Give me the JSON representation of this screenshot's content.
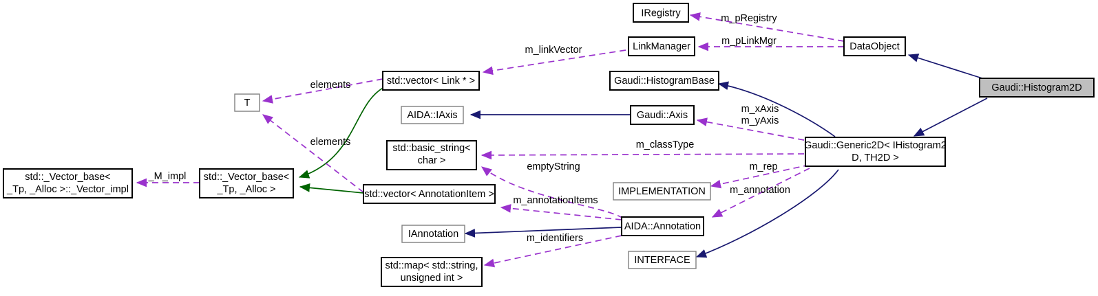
{
  "diagram": {
    "title": "Gaudi::Histogram2D collaboration diagram",
    "type": "uml-collaboration-graph",
    "colors": {
      "inheritance_edge": "#191970",
      "inheritance_edge_alt": "#006400",
      "usage_edge": "#9a32cd",
      "highlight_fill": "#bfbfbf",
      "node_fill": "#ffffff",
      "node_border": "#000000",
      "param_node_border": "#808080"
    },
    "nodes": [
      {
        "id": "iregistry",
        "label_lines": [
          "IRegistry"
        ],
        "style": "normal"
      },
      {
        "id": "linkmanager",
        "label_lines": [
          "LinkManager"
        ],
        "style": "normal"
      },
      {
        "id": "dataobject",
        "label_lines": [
          "DataObject"
        ],
        "style": "normal"
      },
      {
        "id": "histogram2d",
        "label_lines": [
          "Gaudi::Histogram2D"
        ],
        "style": "highlight"
      },
      {
        "id": "histogrambase",
        "label_lines": [
          "Gaudi::HistogramBase"
        ],
        "style": "normal"
      },
      {
        "id": "vectorlink",
        "label_lines": [
          "std::vector< Link * >"
        ],
        "style": "normal"
      },
      {
        "id": "aida_iaxis",
        "label_lines": [
          "AIDA::IAxis"
        ],
        "style": "param"
      },
      {
        "id": "gaudi_axis",
        "label_lines": [
          "Gaudi::Axis"
        ],
        "style": "normal"
      },
      {
        "id": "t_param",
        "label_lines": [
          "T"
        ],
        "style": "param"
      },
      {
        "id": "basic_string",
        "label_lines": [
          "std::basic_string<",
          "char >"
        ],
        "style": "normal"
      },
      {
        "id": "generic2d",
        "label_lines": [
          "Gaudi::Generic2D< IHistogram2",
          "D, TH2D >"
        ],
        "style": "normal"
      },
      {
        "id": "vbase_impl",
        "label_lines": [
          "std::_Vector_base<",
          "_Tp, _Alloc >::_Vector_impl"
        ],
        "style": "normal"
      },
      {
        "id": "vbase",
        "label_lines": [
          "std::_Vector_base<",
          "_Tp, _Alloc >"
        ],
        "style": "normal"
      },
      {
        "id": "vector_annitem",
        "label_lines": [
          "std::vector< AnnotationItem >"
        ],
        "style": "normal"
      },
      {
        "id": "implementation",
        "label_lines": [
          "IMPLEMENTATION"
        ],
        "style": "param"
      },
      {
        "id": "iannotation",
        "label_lines": [
          "IAnnotation"
        ],
        "style": "param"
      },
      {
        "id": "aida_annotation",
        "label_lines": [
          "AIDA::Annotation"
        ],
        "style": "normal"
      },
      {
        "id": "interface",
        "label_lines": [
          "INTERFACE"
        ],
        "style": "param"
      },
      {
        "id": "std_map",
        "label_lines": [
          "std::map< std::string,",
          "unsigned int >"
        ],
        "style": "normal"
      }
    ],
    "edges": [
      {
        "from": "dataobject",
        "to": "iregistry",
        "label": "m_pRegistry",
        "kind": "usage"
      },
      {
        "from": "dataobject",
        "to": "linkmanager",
        "label": "m_pLinkMgr",
        "kind": "usage"
      },
      {
        "from": "linkmanager",
        "to": "vectorlink",
        "label": "m_linkVector",
        "kind": "usage"
      },
      {
        "from": "histogram2d",
        "to": "dataobject",
        "label": "",
        "kind": "inherit"
      },
      {
        "from": "histogram2d",
        "to": "generic2d",
        "label": "",
        "kind": "inherit"
      },
      {
        "from": "generic2d",
        "to": "histogrambase",
        "label": "",
        "kind": "inherit"
      },
      {
        "from": "generic2d",
        "to": "gaudi_axis",
        "label": "m_xAxis\nm_yAxis",
        "kind": "usage"
      },
      {
        "from": "gaudi_axis",
        "to": "aida_iaxis",
        "label": "",
        "kind": "inherit"
      },
      {
        "from": "generic2d",
        "to": "basic_string",
        "label": "m_classType",
        "kind": "usage"
      },
      {
        "from": "generic2d",
        "to": "implementation",
        "label": "m_rep",
        "kind": "usage"
      },
      {
        "from": "generic2d",
        "to": "aida_annotation",
        "label": "m_annotation",
        "kind": "usage"
      },
      {
        "from": "generic2d",
        "to": "interface",
        "label": "",
        "kind": "inherit"
      },
      {
        "from": "vectorlink",
        "to": "t_param",
        "label": "elements",
        "kind": "usage"
      },
      {
        "from": "vectorlink",
        "to": "vbase",
        "label": "",
        "kind": "inherit-green"
      },
      {
        "from": "vector_annitem",
        "to": "t_param",
        "label": "elements",
        "kind": "usage"
      },
      {
        "from": "vector_annitem",
        "to": "vbase",
        "label": "",
        "kind": "inherit-green"
      },
      {
        "from": "vbase",
        "to": "vbase_impl",
        "label": "_M_impl",
        "kind": "usage"
      },
      {
        "from": "aida_annotation",
        "to": "vector_annitem",
        "label": "m_annotationItems",
        "kind": "usage"
      },
      {
        "from": "aida_annotation",
        "to": "basic_string",
        "label": "emptyString",
        "kind": "usage"
      },
      {
        "from": "aida_annotation",
        "to": "iannotation",
        "label": "m_identifiers",
        "kind": "inherit"
      },
      {
        "from": "aida_annotation",
        "to": "std_map",
        "label": "",
        "kind": "usage"
      }
    ],
    "edge_labels": {
      "m_pRegistry": "m_pRegistry",
      "m_pLinkMgr": "m_pLinkMgr",
      "m_linkVector": "m_linkVector",
      "m_xAxis": "m_xAxis",
      "m_yAxis": "m_yAxis",
      "m_classType": "m_classType",
      "m_rep": "m_rep",
      "m_annotation": "m_annotation",
      "elements_top": "elements",
      "elements_bottom": "elements",
      "m_impl": "_M_impl",
      "m_annotationItems": "m_annotationItems",
      "emptyString": "emptyString",
      "m_identifiers": "m_identifiers"
    },
    "node_text": {
      "iregistry": "IRegistry",
      "linkmanager": "LinkManager",
      "dataobject": "DataObject",
      "histogram2d": "Gaudi::Histogram2D",
      "histogrambase": "Gaudi::HistogramBase",
      "vectorlink": "std::vector< Link * >",
      "aida_iaxis": "AIDA::IAxis",
      "gaudi_axis": "Gaudi::Axis",
      "t_param": "T",
      "basic_string_l1": "std::basic_string<",
      "basic_string_l2": "char >",
      "generic2d_l1": "Gaudi::Generic2D< IHistogram2",
      "generic2d_l2": "D, TH2D >",
      "vbase_impl_l1": "std::_Vector_base<",
      "vbase_impl_l2": "_Tp, _Alloc >::_Vector_impl",
      "vbase_l1": "std::_Vector_base<",
      "vbase_l2": "_Tp, _Alloc >",
      "vector_annitem": "std::vector< AnnotationItem >",
      "implementation": "IMPLEMENTATION",
      "iannotation": "IAnnotation",
      "aida_annotation": "AIDA::Annotation",
      "interface": "INTERFACE",
      "std_map_l1": "std::map< std::string,",
      "std_map_l2": "unsigned int >"
    }
  }
}
